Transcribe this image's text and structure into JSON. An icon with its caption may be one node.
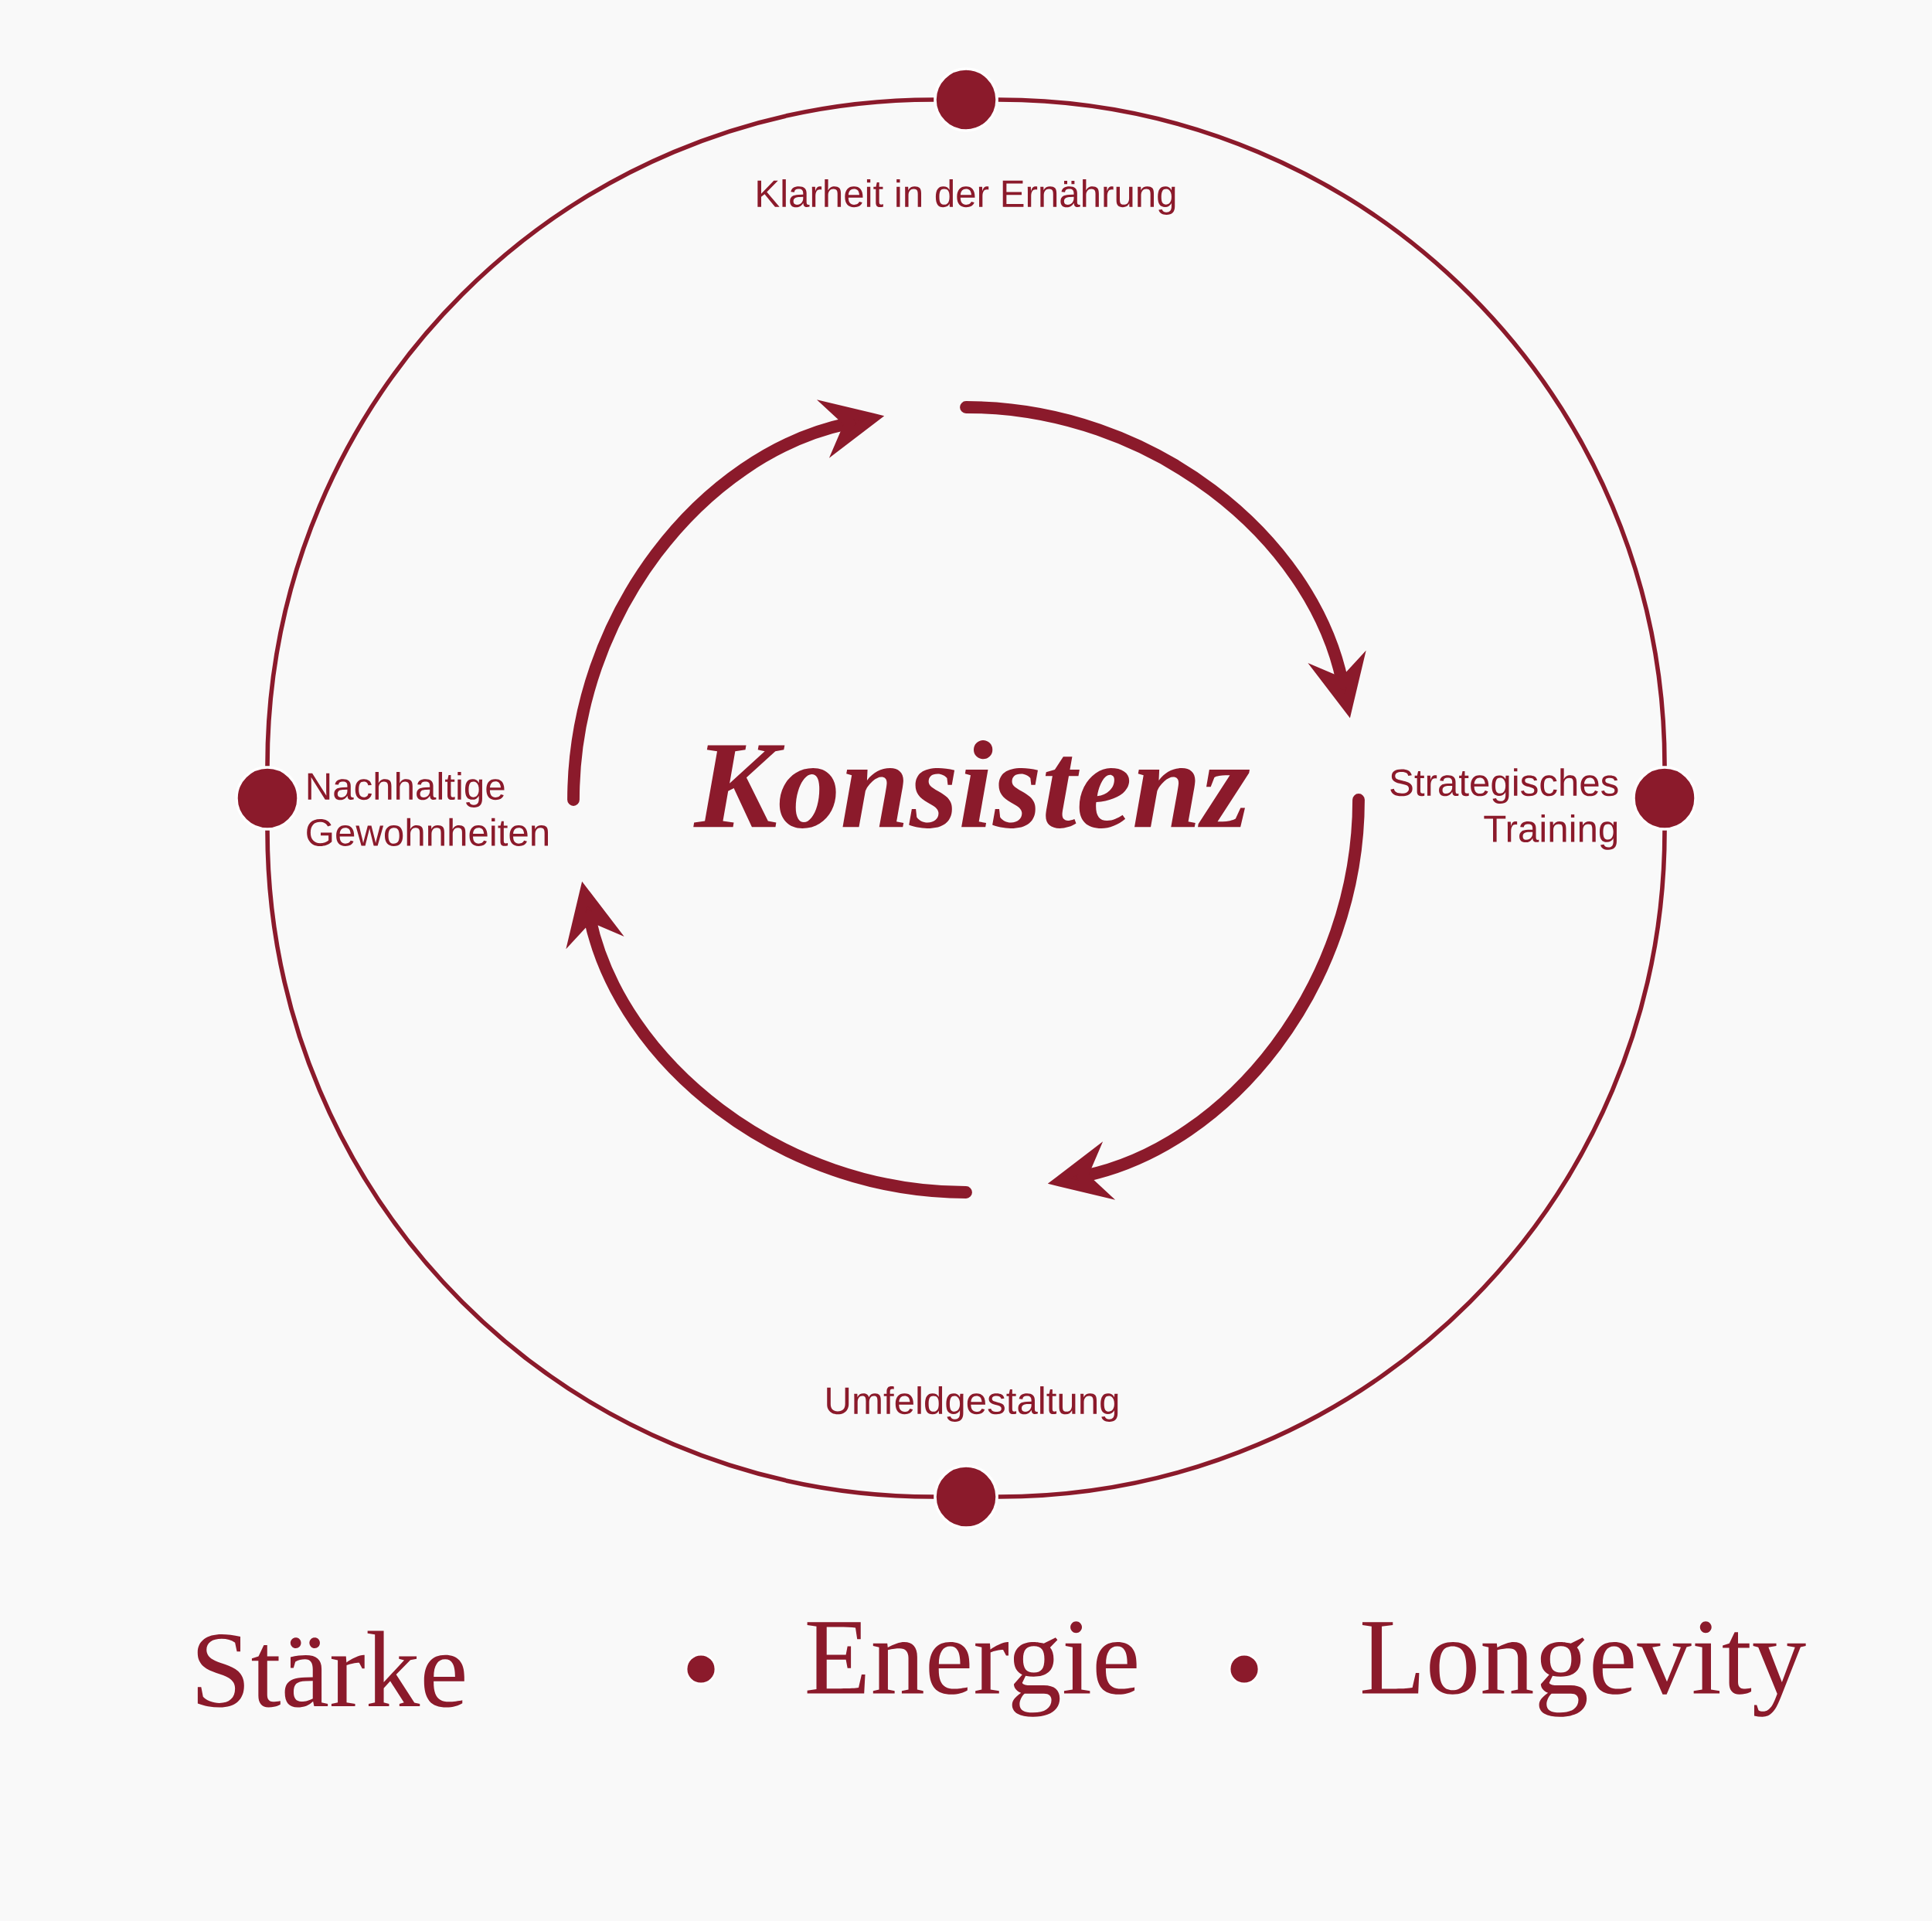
{
  "diagram": {
    "nodes": [
      {
        "text": [],
        "shape": "circle",
        "beside": [
          "Klarheit in der Ernährung"
        ]
      },
      {
        "text": [],
        "shape": "circle",
        "beside": [
          "Strategisches Training"
        ]
      },
      {
        "text": [],
        "shape": "circle",
        "beside": [
          "Umfeldgestaltung"
        ]
      },
      {
        "text": [],
        "shape": "circle",
        "beside": [
          "Nachhaltige Gewohnheiten"
        ]
      }
    ],
    "edges": [
      {
        "from": 0,
        "to": 1,
        "arrow": "none"
      },
      {
        "from": 1,
        "to": 2,
        "arrow": "none"
      },
      {
        "from": 2,
        "to": 3,
        "arrow": "none"
      },
      {
        "from": 3,
        "to": 0,
        "arrow": "none"
      }
    ],
    "labels": [
      "Konsistenz",
      "Stärke",
      "Energie",
      "Longevity"
    ]
  }
}
